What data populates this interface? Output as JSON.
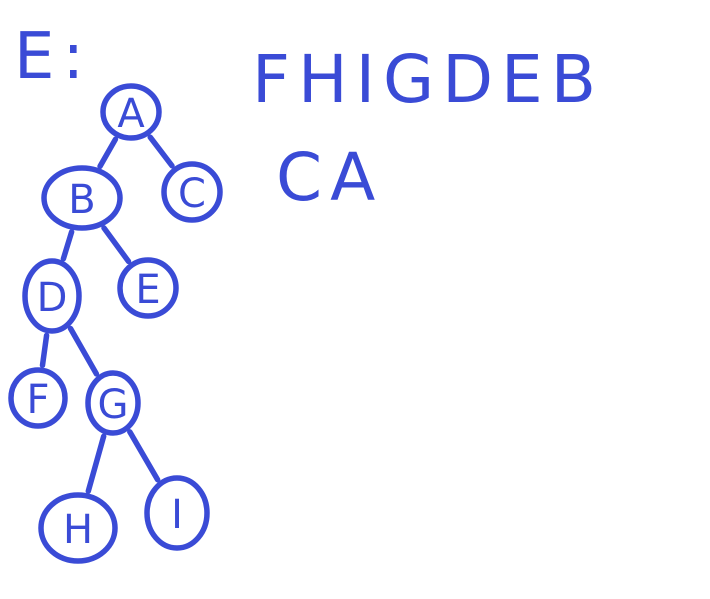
{
  "ink_color": "#3a4bd6",
  "heading": "E:",
  "traversal_line_1": "FHIGDEB",
  "traversal_line_2": "CA",
  "nodes": {
    "A": "A",
    "B": "B",
    "C": "C",
    "D": "D",
    "E": "E",
    "F": "F",
    "G": "G",
    "H": "H",
    "I": "I"
  },
  "edges": [
    [
      "A",
      "B"
    ],
    [
      "A",
      "C"
    ],
    [
      "B",
      "D"
    ],
    [
      "B",
      "E"
    ],
    [
      "D",
      "F"
    ],
    [
      "D",
      "G"
    ],
    [
      "G",
      "H"
    ],
    [
      "G",
      "I"
    ]
  ]
}
